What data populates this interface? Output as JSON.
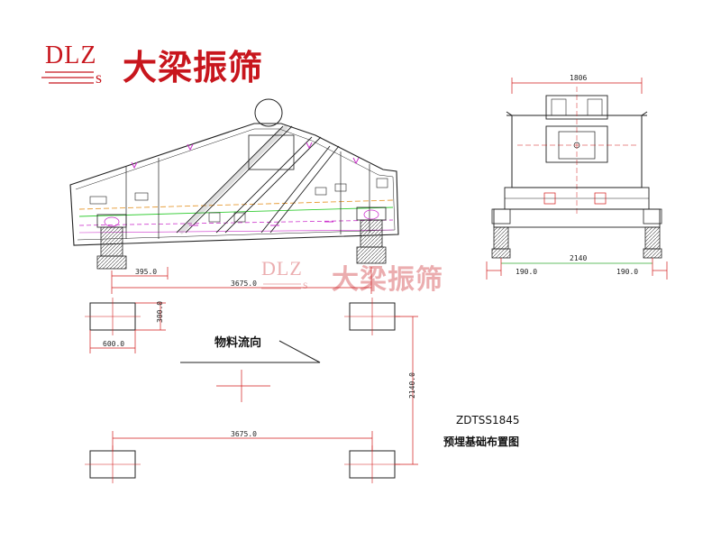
{
  "logo": {
    "latin": "DLZ",
    "sub": "s",
    "chinese": "大梁振筛"
  },
  "watermark": {
    "latin": "DLZ",
    "sub": "s",
    "chinese": "大梁振筛"
  },
  "side_view": {
    "dims": {
      "support_offset": "395.0",
      "support_span": "3675.0"
    }
  },
  "end_view": {
    "dims": {
      "top_width": "1806",
      "base_width": "2140",
      "left_offset": "190.0",
      "right_offset": "190.0"
    }
  },
  "foundation_plan": {
    "flow_label": "物料流向",
    "dims": {
      "pad_length": "600.0",
      "pad_width": "300.0",
      "top_span": "3675.0",
      "bottom_span": "3675.0",
      "cross_span": "2140.0"
    }
  },
  "title_block": {
    "model": "ZDTSS1845",
    "title": "预埋基础布置图"
  },
  "colors": {
    "brand_red": "#c8161d",
    "dim_red": "#d21a1a",
    "outline": "#222222",
    "detail_magenta": "#cc33cc",
    "detail_green": "#33cc33",
    "detail_orange": "#e69a33"
  }
}
